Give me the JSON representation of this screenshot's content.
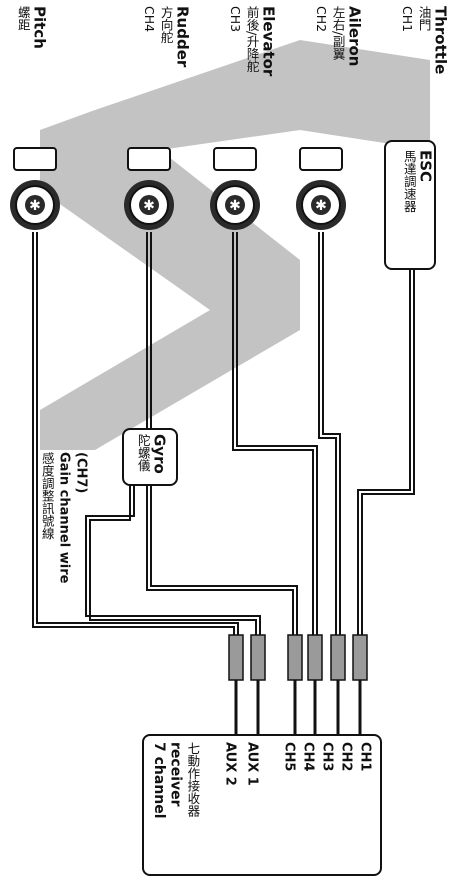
{
  "channels": [
    {
      "name": "Throttle",
      "cn": "油門",
      "ch": "CH1"
    },
    {
      "name": "Aileron",
      "cn": "左右/副翼",
      "ch": "CH2"
    },
    {
      "name": "Elevator",
      "cn": "前後/升降舵",
      "ch": "CH3"
    },
    {
      "name": "Rudder",
      "cn": "方向舵",
      "ch": "CH4"
    },
    {
      "name": "Pitch",
      "cn": "螺距",
      "ch": ""
    }
  ],
  "esc": {
    "title": "ESC",
    "cn": "馬達調速器"
  },
  "gyro": {
    "title": "Gyro",
    "cn": "陀螺儀"
  },
  "gain": {
    "ch": "(CH7)",
    "name": "Gain channel wire",
    "cn": "感度調整訊號線"
  },
  "receiver": {
    "ports": [
      "CH1",
      "CH2",
      "CH3",
      "CH4",
      "CH5",
      "AUX 1",
      "AUX 2"
    ],
    "title": "7 channel",
    "title2": "receiver",
    "cn": "七動作接收器"
  }
}
